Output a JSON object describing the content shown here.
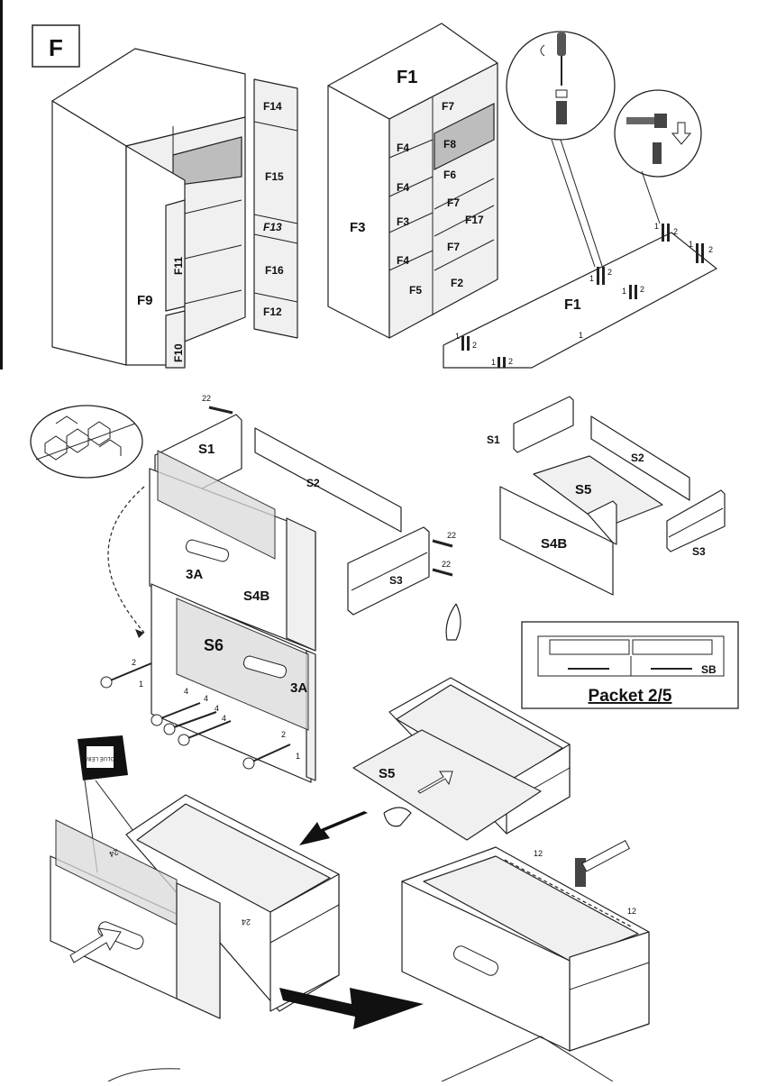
{
  "section_letter": "F",
  "top_left_labels": {
    "f14": "F14",
    "f15": "F15",
    "f13": "F13",
    "f16": "F16",
    "f12": "F12",
    "f11": "F11",
    "f10": "F10",
    "f9": "F9"
  },
  "top_mid_labels": {
    "f1": "F1",
    "f3": "F3",
    "f7a": "F7",
    "f8": "F8",
    "f4a": "F4",
    "f6": "F6",
    "f4b": "F4",
    "f7b": "F7",
    "f17": "F17",
    "f3b": "F3",
    "f7c": "F7",
    "f4c": "F4",
    "f5": "F5",
    "f2": "F2"
  },
  "top_right_labels": {
    "f1_panel": "F1"
  },
  "hardware_numbers": {
    "n1": "1",
    "n2": "2",
    "arrow_down_num": "1"
  },
  "drawer_labels": {
    "s1": "S1",
    "s2": "S2",
    "s3": "S3",
    "s4b": "S4B",
    "s6": "S6",
    "a3": "3A",
    "a3b": "3A",
    "s5": "S5"
  },
  "screw_counts": {
    "c22a": "22",
    "c22b": "22",
    "c22c": "22",
    "c2": "2",
    "c1": "1",
    "c4": "4",
    "c24": "24",
    "c12": "12"
  },
  "parts_overview": {
    "s1": "S1",
    "s2": "S2",
    "s5": "S5",
    "s4b": "S4B",
    "s3": "S3"
  },
  "packet": {
    "label": "Packet 2/5",
    "code": "SB"
  },
  "glue_label": "GLUE LEIM"
}
